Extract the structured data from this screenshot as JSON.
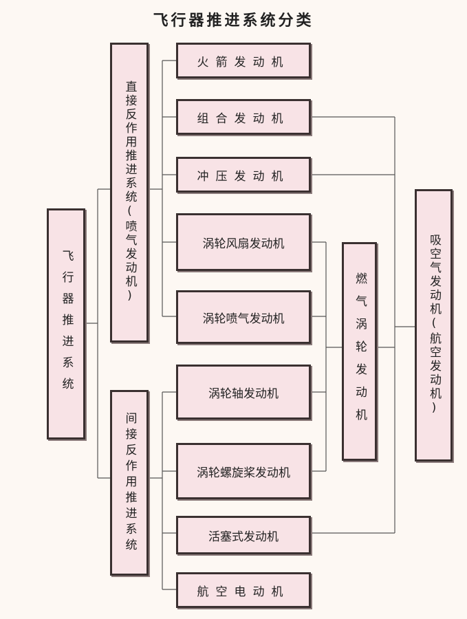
{
  "title": "飞行器推进系统分类",
  "root": "飞行器推进系统",
  "direct": "直接反作用推进系统(喷气发动机)",
  "indirect": "间接反作用推进系统",
  "gas_turbine": "燃气涡轮发动机",
  "air_breathing": "吸空气发动机(航空发动机)",
  "engines": [
    "火箭发动机",
    "组合发动机",
    "冲压发动机",
    "涡轮风扇发动机",
    "涡轮喷气发动机",
    "涡轮轴发动机",
    "涡轮螺旋桨发动机",
    "活塞式发动机",
    "航空电动机"
  ]
}
